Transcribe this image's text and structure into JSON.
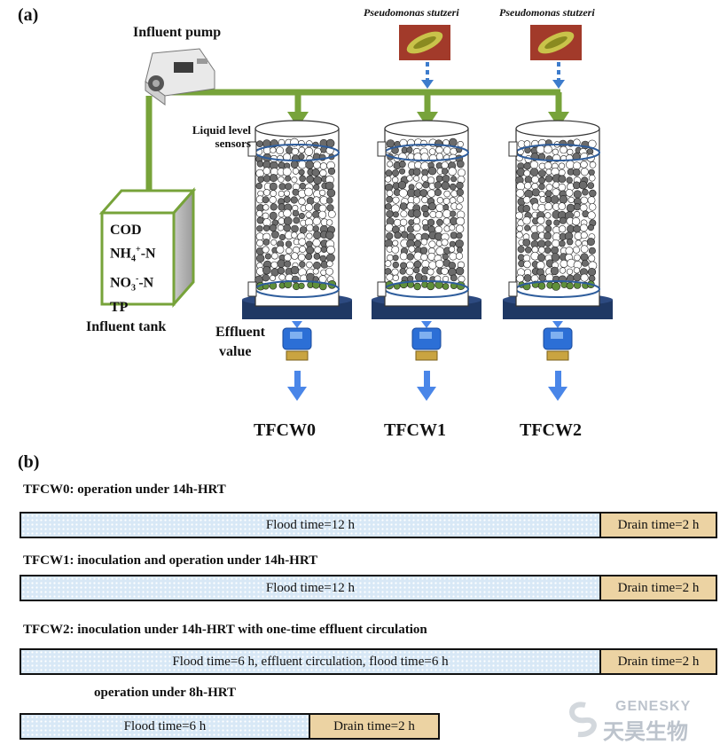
{
  "panel_a": {
    "label": "(a)",
    "influent_pump": "Influent pump",
    "influent_tank": "Influent tank",
    "tank_contents": [
      "COD",
      "NH4+-N",
      "NO3--N",
      "TP"
    ],
    "liquid_level_line1": "Liquid level",
    "liquid_level_line2": "sensors",
    "effluent_line1": "Effluent",
    "effluent_line2": "value",
    "bacteria_label_1": "Pseudomonas stutzeri",
    "bacteria_label_2": "Pseudomonas stutzeri",
    "reactors": [
      "TFCW0",
      "TFCW1",
      "TFCW2"
    ]
  },
  "panel_b": {
    "label": "(b)",
    "rows": [
      {
        "title": "TFCW0: operation under 14h-HRT",
        "flood": "Flood time=12  h",
        "drain": "Drain time=2  h"
      },
      {
        "title": "TFCW1: inoculation  and operation under 14h-HRT",
        "flood": "Flood time=12  h",
        "drain": "Drain time=2  h"
      },
      {
        "title": "TFCW2: inoculation  under 14h-HRT with one-time effluent circulation",
        "flood": "Flood time=6  h, effluent circulation,  flood time=6  h",
        "drain": "Drain time=2  h"
      },
      {
        "title": "operation under 8h-HRT",
        "flood": "Flood time=6  h",
        "drain": "Drain time=2  h"
      }
    ]
  },
  "watermark": {
    "brand": "GENESKY",
    "chinese": "天昊生物"
  },
  "colors": {
    "pipe": "#77a33a",
    "arrow_blue": "#4a86e8",
    "reactor_base": "#1f3864",
    "flood_fill": "#d8e8f6",
    "drain_fill": "#ecd3a3"
  }
}
